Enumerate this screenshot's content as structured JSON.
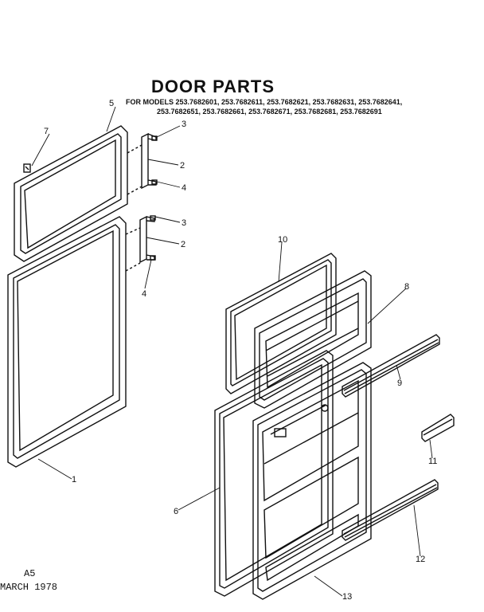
{
  "title": "DOOR PARTS",
  "models_line1": "FOR MODELS 253.7682601, 253.7682611, 253.7682621, 253.7682631, 253.7682641,",
  "models_line2": "253.7682651, 253.7682661, 253.7682671, 253.7682681, 253.7682691",
  "callouts": {
    "c1": "1",
    "c2a": "2",
    "c2b": "2",
    "c3a": "3",
    "c3b": "3",
    "c4a": "4",
    "c4b": "4",
    "c5": "5",
    "c6": "6",
    "c7": "7",
    "c8": "8",
    "c9": "9",
    "c10": "10",
    "c11": "11",
    "c12": "12",
    "c13": "13"
  },
  "footer": {
    "code": "A5",
    "date": "MARCH 1978"
  }
}
